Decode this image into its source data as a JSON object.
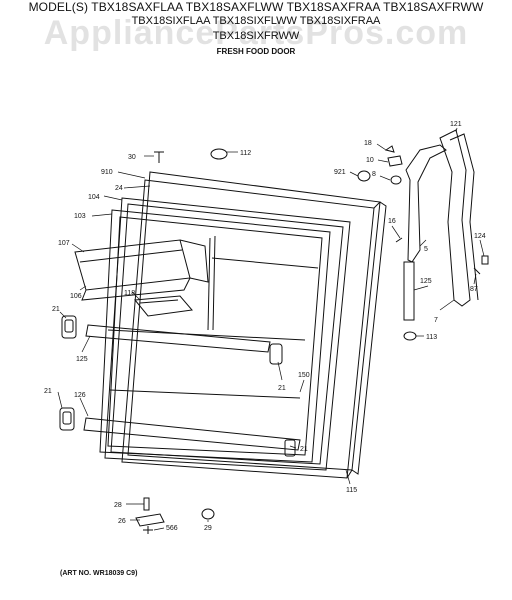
{
  "header": {
    "line1": "MODEL(S) TBX18SAXFLAA  TBX18SAXFLWW  TBX18SAXFRAA  TBX18SAXFRWW",
    "line2": "TBX18SIXFLAA  TBX18SIXFLWW  TBX18SIXFRAA",
    "line3": "TBX18SIXFRWW",
    "subtitle": "FRESH FOOD DOOR"
  },
  "watermark": "AppliancePartsPros.com",
  "art_number": "(ART NO. WR18039 C9)",
  "part_callouts": [
    {
      "id": "c30",
      "text": "30"
    },
    {
      "id": "c112",
      "text": "112"
    },
    {
      "id": "c910",
      "text": "910"
    },
    {
      "id": "c24",
      "text": "24"
    },
    {
      "id": "c104",
      "text": "104"
    },
    {
      "id": "c103",
      "text": "103"
    },
    {
      "id": "c107",
      "text": "107"
    },
    {
      "id": "c106",
      "text": "106"
    },
    {
      "id": "c118",
      "text": "118"
    },
    {
      "id": "c21a",
      "text": "21"
    },
    {
      "id": "c125a",
      "text": "125"
    },
    {
      "id": "c21b",
      "text": "21"
    },
    {
      "id": "c126",
      "text": "126"
    },
    {
      "id": "c21c",
      "text": "21"
    },
    {
      "id": "c150",
      "text": "150"
    },
    {
      "id": "c21d",
      "text": "21"
    },
    {
      "id": "c115",
      "text": "115"
    },
    {
      "id": "c18",
      "text": "18"
    },
    {
      "id": "c10",
      "text": "10"
    },
    {
      "id": "c921",
      "text": "921"
    },
    {
      "id": "c8",
      "text": "8"
    },
    {
      "id": "c121",
      "text": "121"
    },
    {
      "id": "c16",
      "text": "16"
    },
    {
      "id": "c5",
      "text": "5"
    },
    {
      "id": "c124",
      "text": "124"
    },
    {
      "id": "c125b",
      "text": "125"
    },
    {
      "id": "c87",
      "text": "87"
    },
    {
      "id": "c7",
      "text": "7"
    },
    {
      "id": "c113",
      "text": "113"
    },
    {
      "id": "c28",
      "text": "28"
    },
    {
      "id": "c26",
      "text": "26"
    },
    {
      "id": "c566",
      "text": "566"
    },
    {
      "id": "c29",
      "text": "29"
    }
  ]
}
